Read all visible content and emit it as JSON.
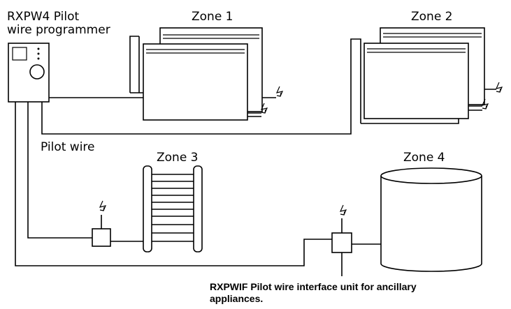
{
  "programmer": {
    "title_line1": "RXPW4 Pilot",
    "title_line2": "wire programmer"
  },
  "zones": {
    "zone1": "Zone 1",
    "zone2": "Zone 2",
    "zone3": "Zone 3",
    "zone4": "Zone 4"
  },
  "pilot_wire_label": "Pilot wire",
  "interface": {
    "line1": "RXPWIF Pilot wire interface unit for ancillary",
    "line2": "appliances."
  },
  "icons": {
    "power": "lightning-bolt-icon"
  }
}
